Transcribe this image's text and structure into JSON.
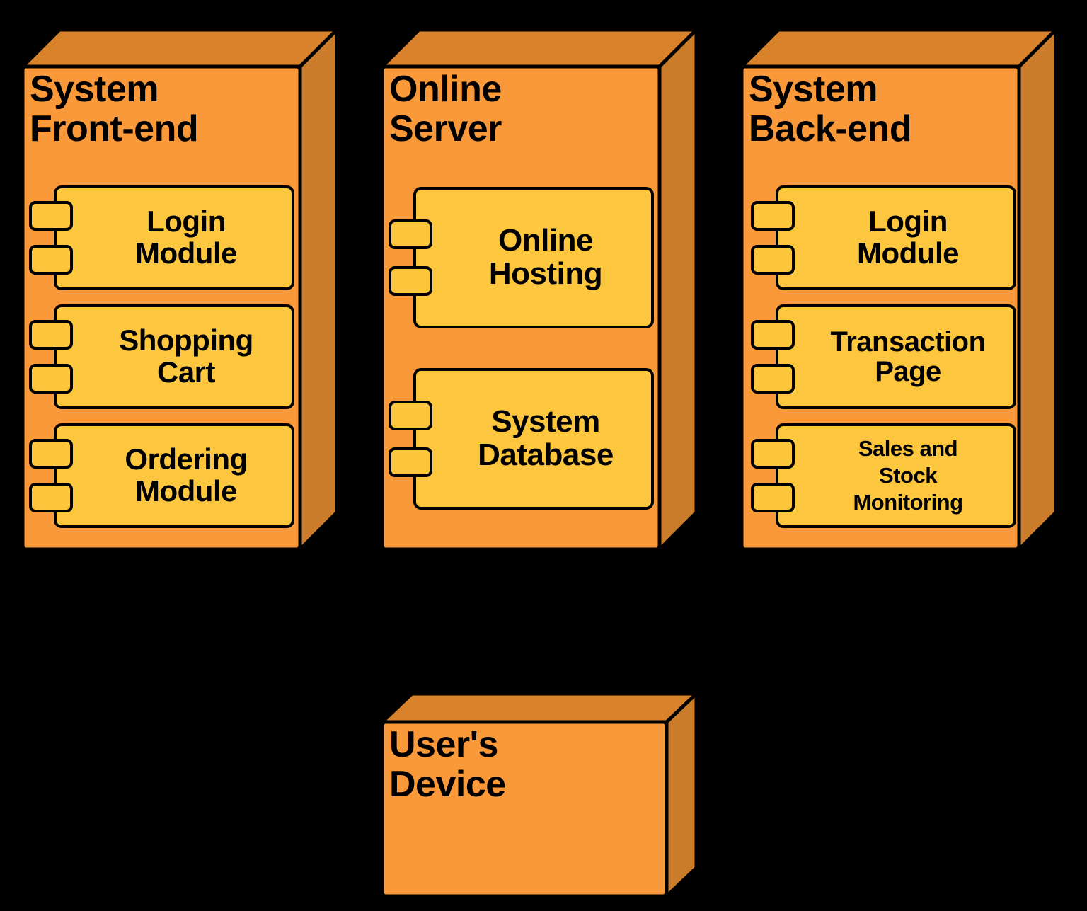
{
  "diagram": {
    "type": "uml-deployment-diagram",
    "background_color": "#000000",
    "node_face_color": "#FA9939",
    "node_top_color": "#D8832C",
    "node_side_color": "#CB7C2A",
    "component_color": "#FCC63F",
    "outline_color": "#000000"
  },
  "nodes": [
    {
      "id": "system-front-end",
      "title": "System\nFront-end",
      "components": [
        {
          "id": "login-module",
          "label": "Login\nModule",
          "lines": 2
        },
        {
          "id": "shopping-cart",
          "label": "Shopping\nCart",
          "lines": 2
        },
        {
          "id": "ordering-module",
          "label": "Ordering\nModule",
          "lines": 2
        }
      ]
    },
    {
      "id": "online-server",
      "title": "Online\nServer",
      "components": [
        {
          "id": "online-hosting",
          "label": "Online\nHosting",
          "lines": 2
        },
        {
          "id": "system-database",
          "label": "System\nDatabase",
          "lines": 2
        }
      ]
    },
    {
      "id": "system-back-end",
      "title": "System\nBack-end",
      "components": [
        {
          "id": "login-module-backend",
          "label": "Login\nModule",
          "lines": 2
        },
        {
          "id": "transaction-page",
          "label": "Transaction\nPage",
          "lines": 2
        },
        {
          "id": "sales-and-stock-monitoring",
          "label": "Sales and\nStock\nMonitoring",
          "lines": 3
        }
      ]
    },
    {
      "id": "users-device",
      "title": "User's\nDevice",
      "components": []
    }
  ]
}
